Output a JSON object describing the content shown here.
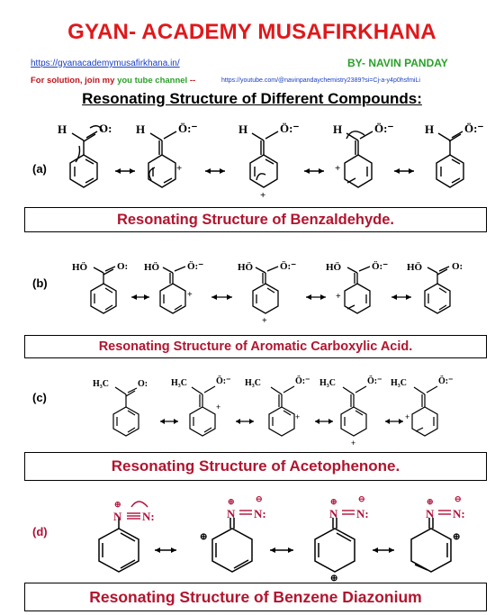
{
  "header": {
    "title": "GYAN- ACADEMY MUSAFIRKHANA",
    "website": "https://gyanacademymusafirkhana.in/",
    "author": "BY- NAVIN PANDAY",
    "solution_prefix": "For solution, join my ",
    "solution_channel": "you tube channel",
    "solution_suffix": " --",
    "youtube_url": "https://youtube.com/@navinpandaychemistry2389?si=Cj-a-y4p0hsfmiLi",
    "subheading": "Resonating Structure of Different Compounds:"
  },
  "sections": [
    {
      "label": "(a)",
      "caption": "Resonating Structure of Benzaldehyde."
    },
    {
      "label": "(b)",
      "caption": "Resonating Structure of Aromatic Carboxylic Acid."
    },
    {
      "label": "(c)",
      "caption": "Resonating Structure of Acetophenone."
    },
    {
      "label": "(d)",
      "caption": "Resonating Structure of Benzene Diazonium"
    }
  ],
  "chem_labels": {
    "h": "H",
    "c": "C",
    "o_neutral": "O:",
    "o_anion": "Ö:⁻",
    "oh": "HÖ",
    "ch3": "H₃C",
    "plus": "+",
    "n": "N",
    "n_terminal": "N:",
    "oplus": "⊕",
    "ominus": "⊖"
  },
  "colors": {
    "title": "#e0181b",
    "link": "#1a3fc2",
    "author": "#2aa02a",
    "caption": "#b2142e",
    "diazonium": "#b0103a"
  }
}
